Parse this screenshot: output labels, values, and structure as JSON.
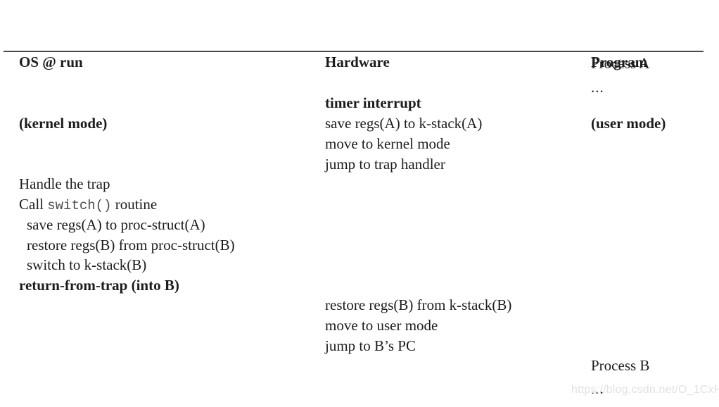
{
  "figure": {
    "background_color": "#ffffff",
    "text_color": "#1c1c1c",
    "rule_color": "#4a4a4a"
  },
  "columns": {
    "os": {
      "head_line1": "OS @ run",
      "head_line2": "(kernel mode)"
    },
    "hardware": {
      "head_line1": "Hardware",
      "head_line2": ""
    },
    "program": {
      "head_line1": "Program",
      "head_line2": "(user mode)"
    }
  },
  "os_column": {
    "line1": "Handle the trap",
    "line2_pre": "Call ",
    "line2_code": "switch()",
    "line2_post": " routine",
    "line3": "save regs(A) to proc-struct(A)",
    "line4": "restore regs(B) from proc-struct(B)",
    "line5": "switch to k-stack(B)",
    "line6": "return-from-trap (into B)"
  },
  "hardware_column": {
    "block1_line1": "timer interrupt",
    "block1_line2": "save regs(A) to k-stack(A)",
    "block1_line3": "move to kernel mode",
    "block1_line4": "jump to trap handler",
    "block2_line1": "restore regs(B) from k-stack(B)",
    "block2_line2": "move to user mode",
    "block2_line3": "jump to B’s PC"
  },
  "program_column": {
    "process_a": "Process A",
    "process_a_ellipsis": "...",
    "process_b": "Process B",
    "process_b_ellipsis": "..."
  },
  "watermark": {
    "text": "https://blog.csdn.net/O_1CxH",
    "color": "#e2e2e2"
  }
}
